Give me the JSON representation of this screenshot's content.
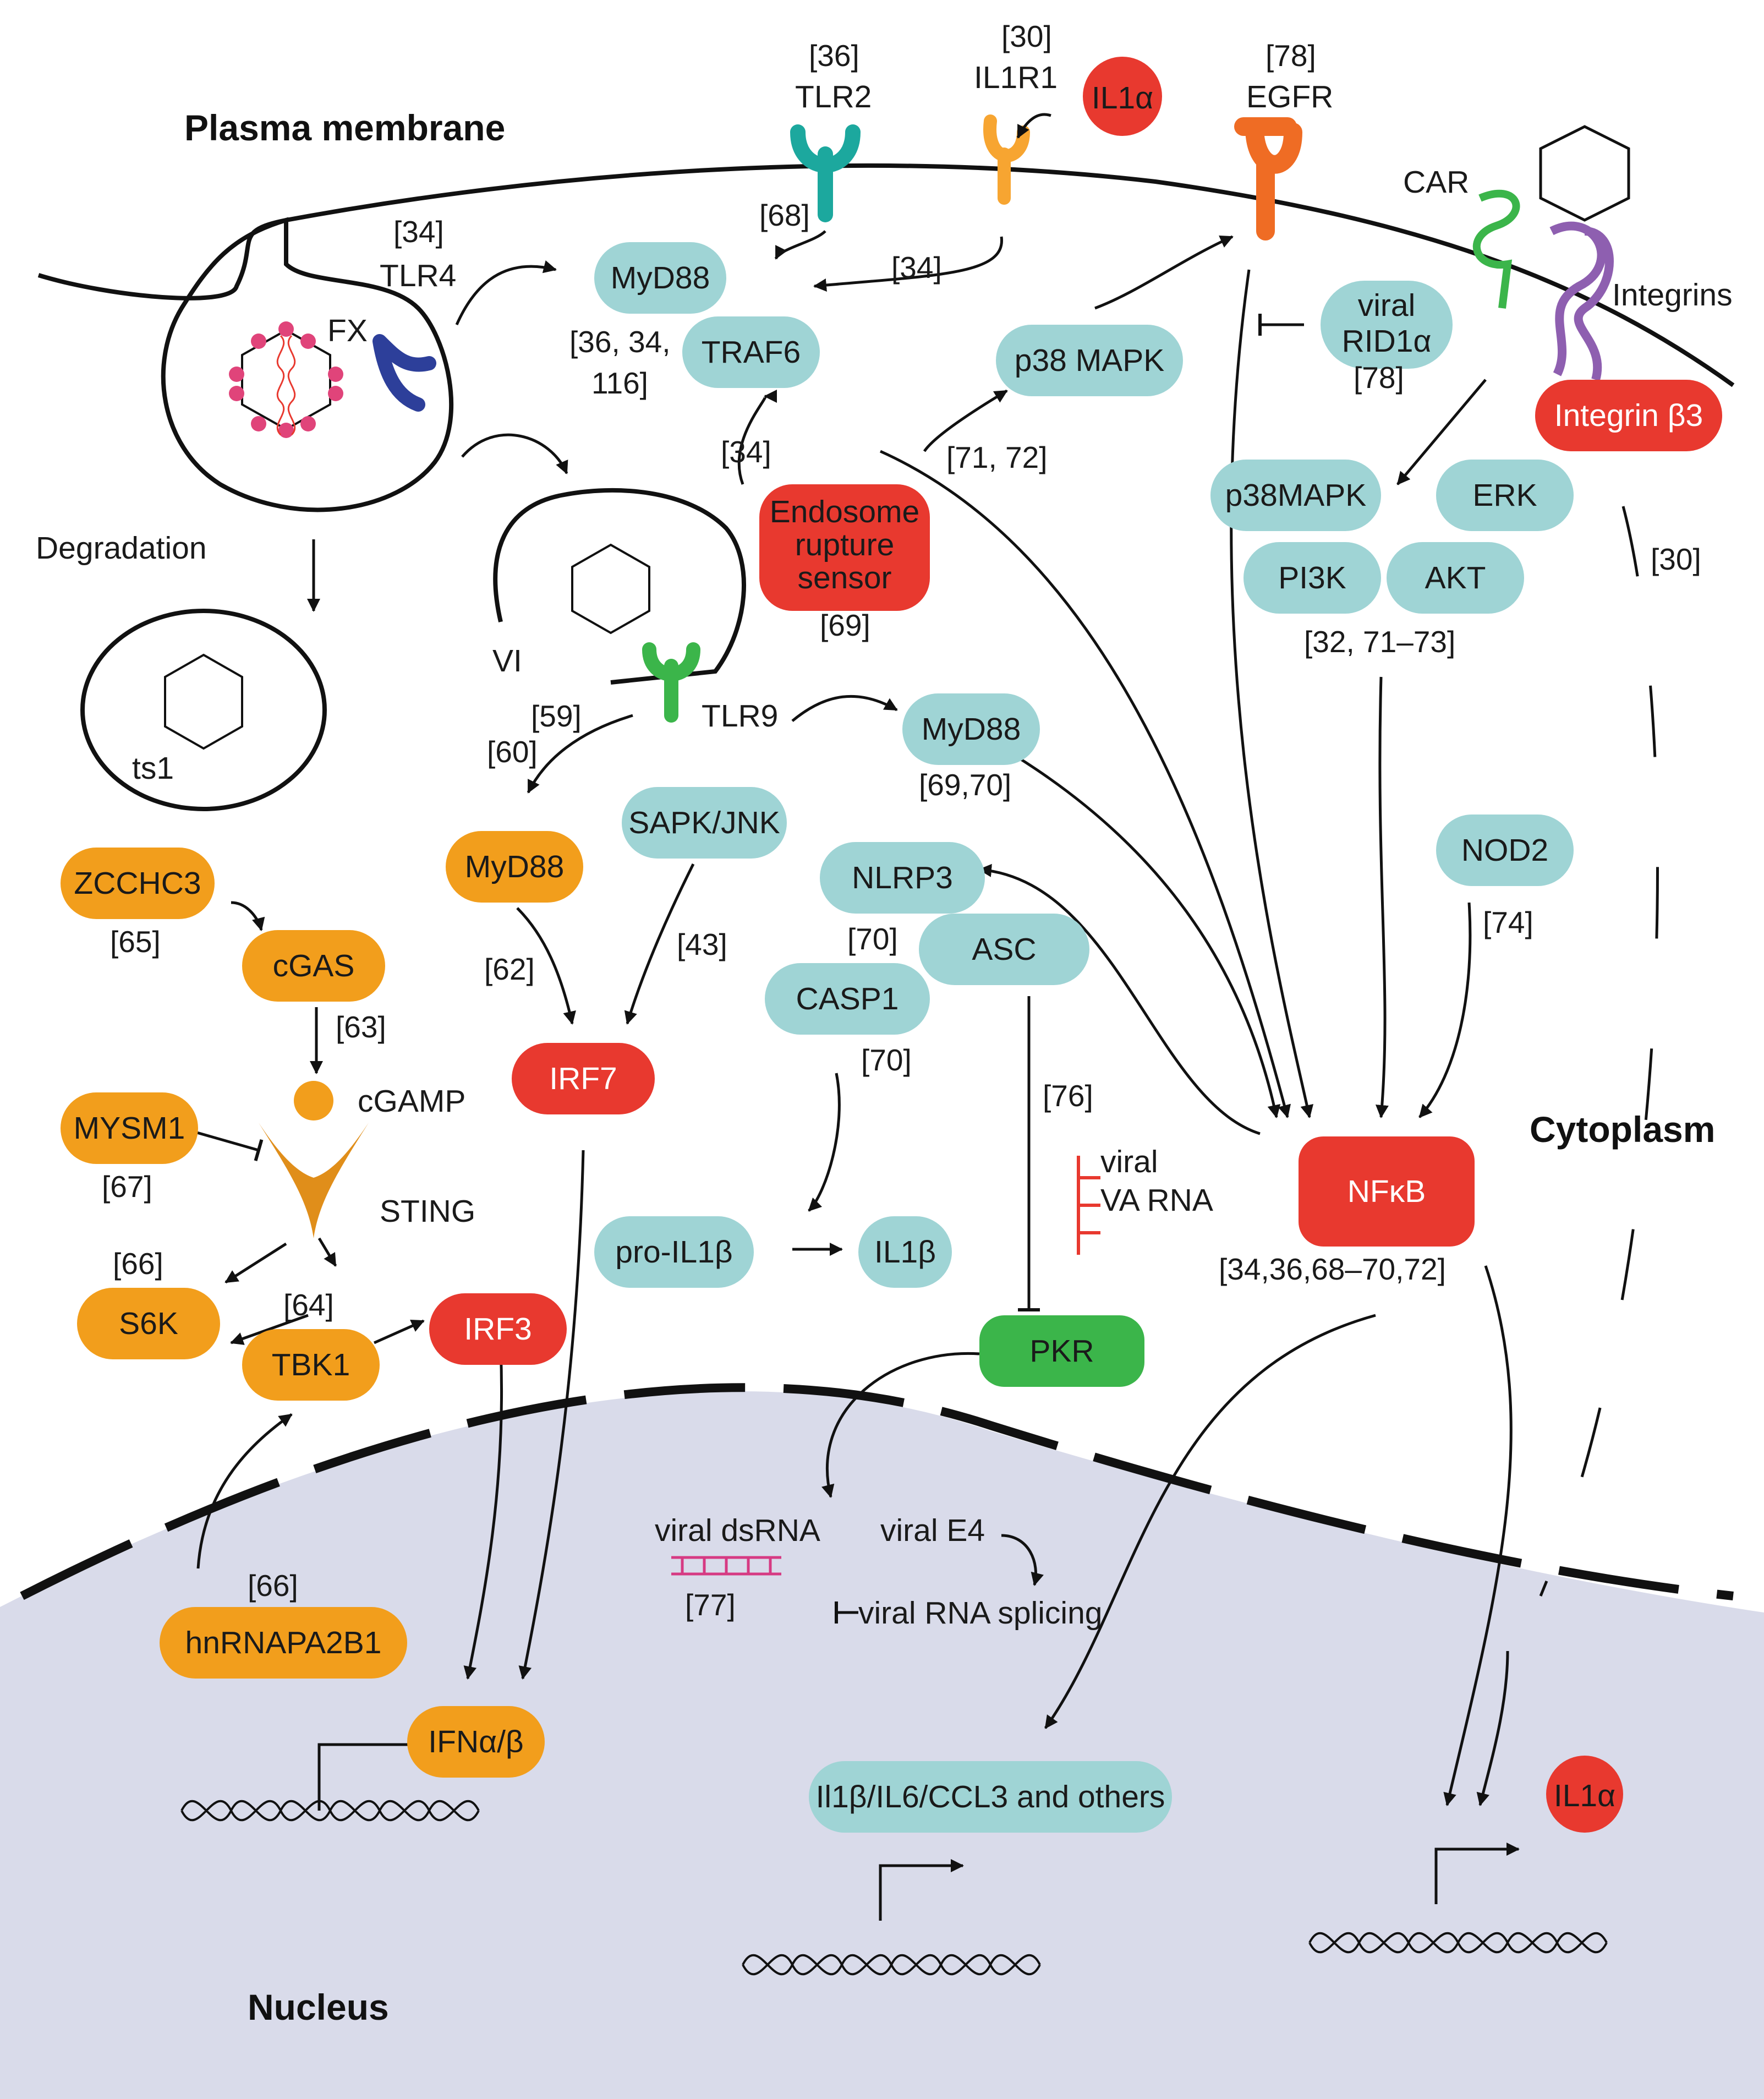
{
  "colors": {
    "teal": "#9fd4d5",
    "orange": "#f29e1c",
    "red": "#e8392f",
    "green": "#3bb54a",
    "nucleus": "#d9dbea",
    "tlr2": "#1ca89e",
    "il1r1": "#f7a531",
    "egfr": "#ef6c24",
    "tlr4": "#2d3f9a",
    "tlr9": "#3bb54a",
    "car": "#3bb54a",
    "integrins": "#8e5fb0",
    "dsrna": "#d63a83",
    "viral_dna": "#e8392f",
    "capsid_dot": "#e0447a",
    "sting": "#e08e1a"
  },
  "regions": {
    "plasma_membrane": "Plasma membrane",
    "cytoplasm": "Cytoplasm",
    "nucleus": "Nucleus"
  },
  "receptors": {
    "tlr2_ref": "[36]",
    "tlr2": "TLR2",
    "il1r1_ref": "[30]",
    "il1r1": "IL1R1",
    "egfr_ref": "[78]",
    "egfr": "EGFR",
    "tlr4_ref": "[34]",
    "tlr4": "TLR4",
    "fx": "FX",
    "car": "CAR",
    "integrins": "Integrins",
    "tlr9": "TLR9"
  },
  "virus_labels": {
    "degradation": "Degradation",
    "ts1": "ts1",
    "vi": "VI"
  },
  "nodes": {
    "il1a_out": "IL1α",
    "myd88_top": "MyD88",
    "traf6": "TRAF6",
    "p38_mapk": "p38 MAPK",
    "viral_rid1a_1": "viral",
    "viral_rid1a_2": "RID1α",
    "integrin_b3": "Integrin β3",
    "endosome_1": "Endosome",
    "endosome_2": "rupture",
    "endosome_3": "sensor",
    "p38mapk": "p38MAPK",
    "erk": "ERK",
    "pi3k": "PI3K",
    "akt": "AKT",
    "myd88_tlr9": "MyD88",
    "sapk_jnk": "SAPK/JNK",
    "myd88_irf7": "MyD88",
    "nlrp3": "NLRP3",
    "asc": "ASC",
    "casp1": "CASP1",
    "nod2": "NOD2",
    "zcchc3": "ZCCHC3",
    "cgas": "cGAS",
    "cgamp": "cGAMP",
    "mysm1": "MYSM1",
    "sting": "STING",
    "irf7": "IRF7",
    "s6k": "S6K",
    "tbk1": "TBK1",
    "irf3": "IRF3",
    "pro_il1b": "pro-IL1β",
    "il1b": "IL1β",
    "viral_va_1": "viral",
    "viral_va_2": "VA RNA",
    "nfkb": "NFκB",
    "pkr": "PKR",
    "viral_dsrna": "viral dsRNA",
    "viral_e4": "viral E4",
    "viral_splicing": "viral RNA splicing",
    "hnrnpa2b1": "hnRNAPA2B1",
    "ifn": "IFNα/β",
    "genes": "Il1β/IL6/CCL3 and others",
    "il1a_in": "IL1α"
  },
  "refs": {
    "r68": "[68]",
    "r34_il1r1": "[34]",
    "r36_traf6_a": "[36, 34,",
    "r36_traf6_b": "116]",
    "r34_endo": "[34]",
    "r71_72": "[71, 72]",
    "r78_rid": "[78]",
    "r69": "[69]",
    "r30": "[30]",
    "r32": "[32, 71–73]",
    "r59": "[59]",
    "r60": "[60]",
    "r69_70": "[69,70]",
    "r65": "[65]",
    "r62": "[62]",
    "r43": "[43]",
    "r70_asc": "[70]",
    "r70_casp": "[70]",
    "r74": "[74]",
    "r63": "[63]",
    "r76": "[76]",
    "r67": "[67]",
    "r66_s6k": "[66]",
    "r64": "[64]",
    "r34_nfkb": "[34,36,68–70,72]",
    "r77": "[77]",
    "r66_hn": "[66]"
  }
}
